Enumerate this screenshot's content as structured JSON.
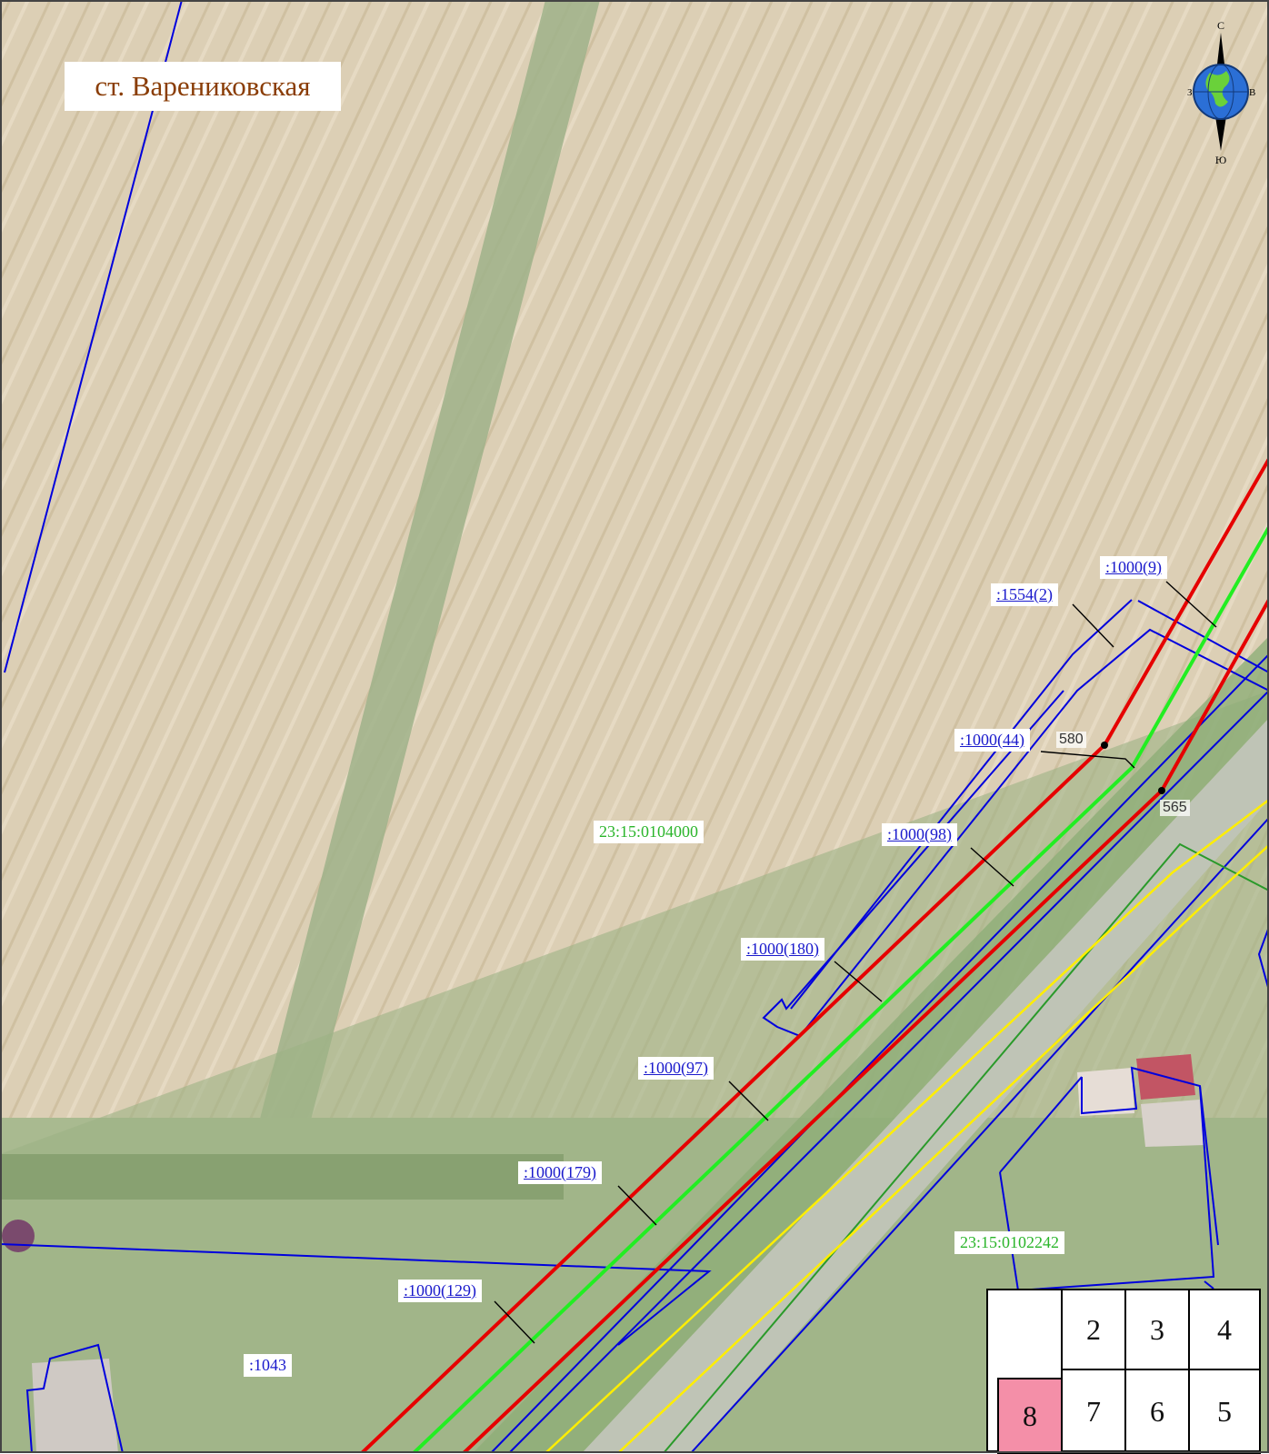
{
  "title": "ст. Варениковская",
  "compass": {
    "north": "С",
    "south": "Ю",
    "west": "З",
    "east": "В"
  },
  "labels": {
    "l1000_9": ":1000(9)",
    "l1554_2": ":1554(2)",
    "l1000_44": ":1000(44)",
    "l1000_98": ":1000(98)",
    "l1000_180": ":1000(180)",
    "l1000_97": ":1000(97)",
    "l1000_179": ":1000(179)",
    "l1000_129": ":1000(129)",
    "l1043": ":1043",
    "quarter_left": "23:15:0104000",
    "quarter_right": "23:15:0102242"
  },
  "points": {
    "p580": "580",
    "p565": "565"
  },
  "sheet_index": {
    "c2": "2",
    "c3": "3",
    "c4": "4",
    "c8": "8",
    "c7": "7",
    "c6": "6",
    "c5": "5",
    "active": "8"
  },
  "colors": {
    "red_line": "#e60000",
    "green_line": "#22ee22",
    "blue_parcel": "#0000dd",
    "yellow_line": "#ffee00",
    "dark_green": "#2a9a2a",
    "field": "#dccfb4"
  }
}
